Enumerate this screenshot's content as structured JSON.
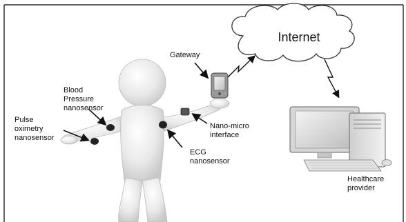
{
  "cloud": {
    "label": "Internet"
  },
  "labels": {
    "gateway": "Gateway",
    "blood_pressure": "Blood\nPressure\nnanosensor",
    "pulse_oximetry": "Pulse\noximetry\nnanosensor",
    "nano_micro": "Nano-micro\ninterface",
    "ecg": "ECG\nnanosensor",
    "healthcare": "Healthcare\nprovider"
  }
}
